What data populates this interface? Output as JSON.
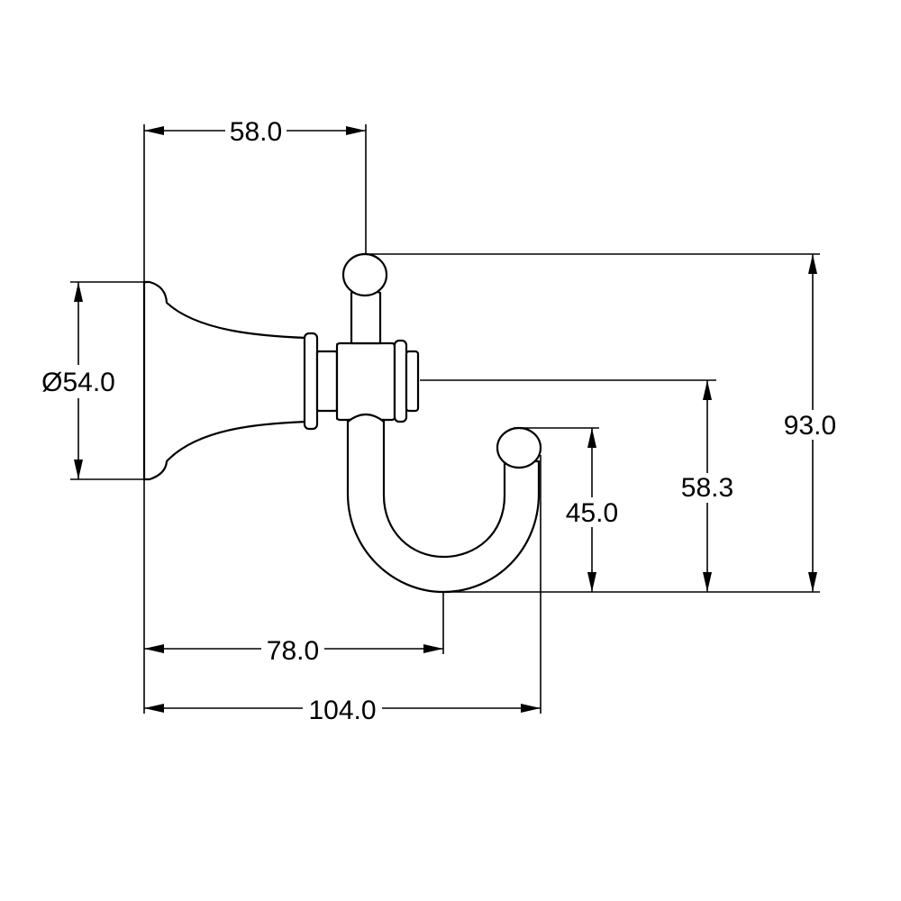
{
  "drawing": {
    "line_color": "#000000",
    "background": "#ffffff",
    "dimensions": {
      "diameter": "Ø54.0",
      "top_width": "58.0",
      "overall_height": "93.0",
      "arm_height": "58.3",
      "hook_height": "45.0",
      "hook_base_width": "78.0",
      "overall_width": "104.0"
    }
  }
}
